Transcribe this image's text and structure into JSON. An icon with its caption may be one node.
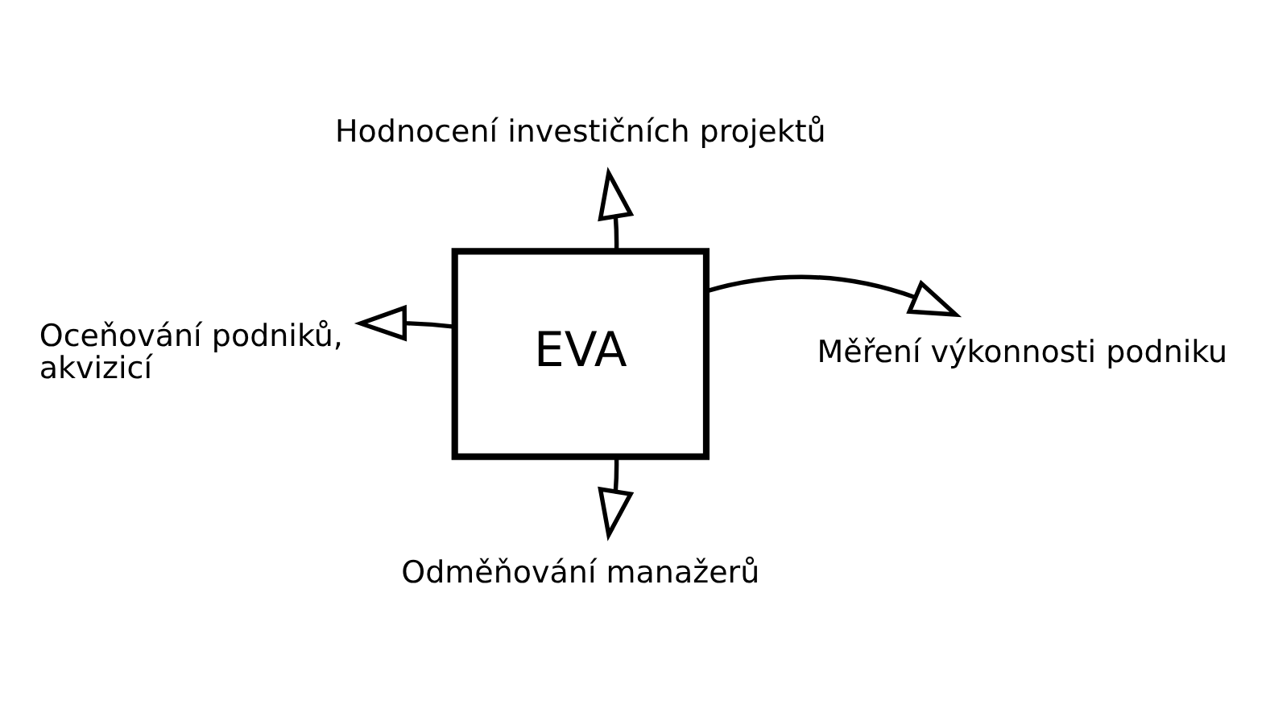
{
  "diagram": {
    "nodes": [
      {
        "text": [
          "EVA"
        ]
      },
      {
        "text": [
          "Hodnocení investičních projektů"
        ]
      },
      {
        "text": [
          "Měření výkonnosti podniku"
        ]
      },
      {
        "text": [
          "Odměňování manažerů"
        ]
      },
      {
        "text": [
          "Oceňování podniků, akvizicí"
        ]
      }
    ],
    "edges": [
      {
        "from": 0,
        "to": 1,
        "arrow": "to"
      },
      {
        "from": 0,
        "to": 2,
        "arrow": "to"
      },
      {
        "from": 0,
        "to": 3,
        "arrow": "to"
      },
      {
        "from": 0,
        "to": 4,
        "arrow": "to"
      }
    ]
  }
}
